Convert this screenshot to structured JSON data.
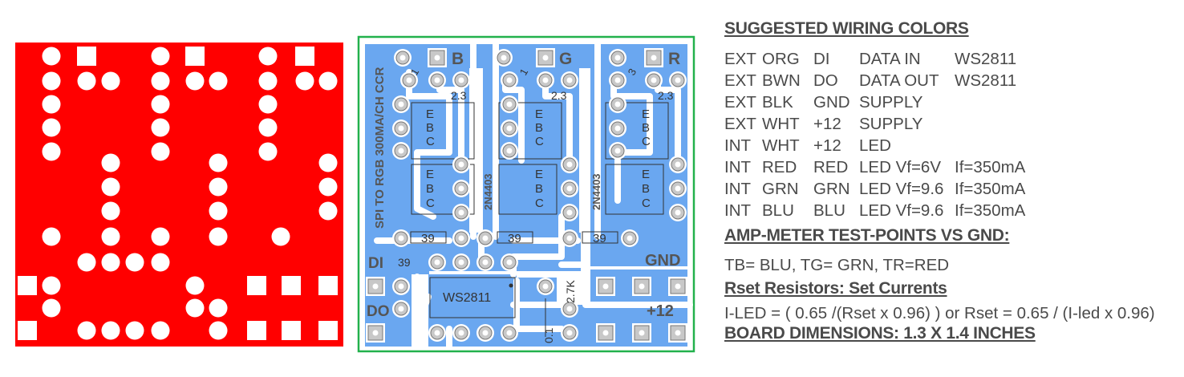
{
  "bottom_layer": {
    "name": "bottom-copper",
    "fill": "#ff0000"
  },
  "top_layer": {
    "board_title": "SPI TO RGB 300MA/CH CCR",
    "channel_letters": [
      "B",
      "G",
      "R"
    ],
    "pin_labels": [
      "E",
      "B",
      "C"
    ],
    "transistor_label": "2N4403",
    "resistor_value": "39",
    "small_value": "2.3",
    "pin_one": "1",
    "pin_three": "3",
    "di_label": "DI",
    "do_label": "DO",
    "gnd_label": "GND",
    "v12_label": "+12",
    "chip_label": "WS2811",
    "r_value": "2.7K",
    "c_value": "0.1",
    "r39_small": "39",
    "colors": {
      "board": "#ffffff",
      "copper": "#6aa7f0",
      "outline": "#22b14c",
      "pad": "#c8c8c8"
    }
  },
  "notes": {
    "wiring_title": "SUGGESTED WIRING COLORS",
    "wiring": [
      {
        "loc": "EXT",
        "color": "ORG",
        "sig": "DI",
        "func": "DATA  IN",
        "note": "WS2811"
      },
      {
        "loc": "EXT",
        "color": "BWN",
        "sig": "DO",
        "func": "DATA OUT",
        "note": "WS2811"
      },
      {
        "loc": "EXT",
        "color": "BLK",
        "sig": "GND",
        "func": "SUPPLY",
        "note": ""
      },
      {
        "loc": "EXT",
        "color": "WHT",
        "sig": "+12",
        "func": "SUPPLY",
        "note": ""
      },
      {
        "loc": "INT",
        "color": "WHT",
        "sig": "+12",
        "func": "LED",
        "note": ""
      },
      {
        "loc": "INT",
        "color": "RED",
        "sig": "RED",
        "func": "LED  Vf=6V",
        "note": "If=350mA"
      },
      {
        "loc": "INT",
        "color": "GRN",
        "sig": "GRN",
        "func": "LED  Vf=9.6",
        "note": "If=350mA"
      },
      {
        "loc": "INT",
        "color": "BLU",
        "sig": "BLU",
        "func": "LED  Vf=9.6",
        "note": "If=350mA"
      }
    ],
    "amp_title": "AMP-METER TEST-POINTS VS GND:",
    "amp_text": "TB= BLU, TG= GRN, TR=RED",
    "rset_title": "Rset Resistors: Set Currents",
    "rset_formula": "I-LED = ( 0.65 /(Rset x 0.96) )  or  Rset = 0.65 / (I-led x 0.96)",
    "dims": "BOARD DIMENSIONS: 1.3 X 1.4 INCHES"
  }
}
